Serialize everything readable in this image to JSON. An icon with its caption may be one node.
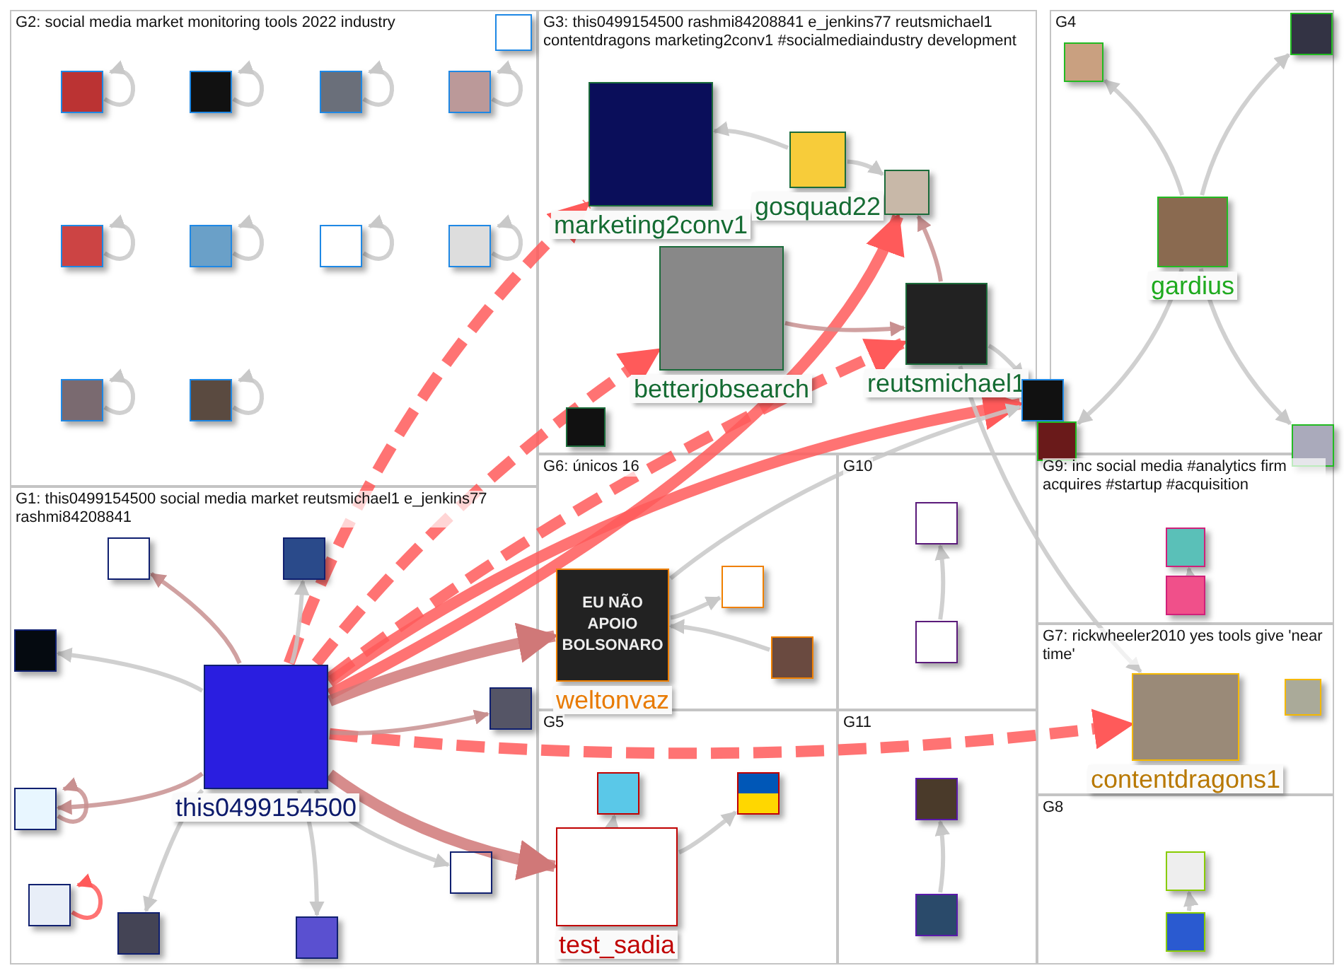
{
  "diagram": {
    "nodes": [
      {
        "text": [
          "G2: social media market monitoring tools 2022 industry"
        ]
      },
      {
        "text": [],
        "shape": "box",
        "in": 0
      },
      {
        "text": [],
        "shape": "box",
        "in": 0
      },
      {
        "text": [],
        "shape": "box",
        "in": 0
      },
      {
        "text": [],
        "shape": "box",
        "in": 0
      },
      {
        "text": [],
        "shape": "box",
        "in": 0
      },
      {
        "text": [],
        "shape": "box",
        "in": 0
      },
      {
        "text": [],
        "shape": "box",
        "in": 0
      },
      {
        "text": [],
        "shape": "box",
        "in": 0
      },
      {
        "text": [],
        "shape": "box",
        "in": 0
      },
      {
        "text": [],
        "shape": "box",
        "in": 0
      },
      {
        "text": [
          "G3: this0499154500 rashmi84208841 e_jenkins77 reutsmichael1 contentdragons marketing2conv1 #socialmediaindustry development"
        ]
      },
      {
        "text": [
          "marketing2conv1"
        ],
        "in": 11
      },
      {
        "text": [
          "gosquad22"
        ],
        "in": 11
      },
      {
        "text": [],
        "shape": "box",
        "in": 11
      },
      {
        "text": [
          "betterjobsearch"
        ],
        "in": 11
      },
      {
        "text": [
          "reutsmichael1"
        ],
        "in": 11
      },
      {
        "text": [],
        "shape": "box",
        "in": 11
      },
      {
        "text": [],
        "shape": "box",
        "in": 0
      },
      {
        "text": [
          "G4"
        ]
      },
      {
        "text": [],
        "shape": "box",
        "in": 19
      },
      {
        "text": [],
        "shape": "box",
        "in": 19
      },
      {
        "text": [
          "gardius"
        ],
        "in": 19
      },
      {
        "text": [],
        "shape": "box"
      },
      {
        "text": [],
        "shape": "box"
      },
      {
        "text": [],
        "shape": "box"
      },
      {
        "text": [
          "G1: this0499154500 social media market reutsmichael1 e_jenkins77 rashmi84208841"
        ]
      },
      {
        "text": [
          "this0499154500"
        ],
        "in": 26
      },
      {
        "text": [],
        "shape": "box",
        "in": 26
      },
      {
        "text": [],
        "shape": "box",
        "in": 26
      },
      {
        "text": [],
        "shape": "box",
        "in": 26
      },
      {
        "text": [],
        "shape": "box",
        "in": 26
      },
      {
        "text": [],
        "shape": "box",
        "in": 26
      },
      {
        "text": [],
        "shape": "box",
        "in": 26
      },
      {
        "text": [],
        "shape": "box",
        "in": 26
      },
      {
        "text": [],
        "shape": "box",
        "in": 26
      },
      {
        "text": [],
        "shape": "box",
        "in": 26
      },
      {
        "text": [
          "G6: únicos 16"
        ]
      },
      {
        "text": [],
        "shape": "box",
        "in": 37
      },
      {
        "text": [],
        "shape": "box",
        "in": 37
      },
      {
        "text": [
          "weltonvaz"
        ],
        "in": 37
      },
      {
        "text": [
          "G10"
        ]
      },
      {
        "text": [],
        "shape": "box",
        "in": 41
      },
      {
        "text": [],
        "shape": "box",
        "in": 41
      },
      {
        "text": [
          "G5"
        ]
      },
      {
        "text": [],
        "shape": "box",
        "in": 44
      },
      {
        "text": [],
        "shape": "box",
        "in": 44
      },
      {
        "text": [
          "test_sadia"
        ],
        "in": 44
      },
      {
        "text": [
          "G11"
        ]
      },
      {
        "text": [],
        "shape": "box",
        "in": 48
      },
      {
        "text": [],
        "shape": "box",
        "in": 48
      },
      {
        "text": [
          "G9: inc social media #analytics firm acquires #startup #acquisition"
        ]
      },
      {
        "text": [],
        "shape": "box",
        "in": 51
      },
      {
        "text": [],
        "shape": "box",
        "in": 51
      },
      {
        "text": [
          "G7: rickwheeler2010 yes tools give 'near time'"
        ]
      },
      {
        "text": [
          "contentdragons1"
        ],
        "in": 54
      },
      {
        "text": [],
        "shape": "box",
        "in": 54
      },
      {
        "text": [
          "G8"
        ]
      },
      {
        "text": [],
        "shape": "box",
        "in": 57
      },
      {
        "text": [],
        "shape": "box",
        "in": 57
      }
    ],
    "edges": [
      {
        "from": 1,
        "to": 1,
        "arrow": "to"
      },
      {
        "from": 2,
        "to": 2,
        "arrow": "to"
      },
      {
        "from": 3,
        "to": 3,
        "arrow": "to"
      },
      {
        "from": 4,
        "to": 4,
        "arrow": "to"
      },
      {
        "from": 5,
        "to": 5,
        "arrow": "to"
      },
      {
        "from": 6,
        "to": 6,
        "arrow": "to"
      },
      {
        "from": 7,
        "to": 7,
        "arrow": "to"
      },
      {
        "from": 8,
        "to": 8,
        "arrow": "to"
      },
      {
        "from": 9,
        "to": 9,
        "arrow": "to"
      },
      {
        "from": 10,
        "to": 10,
        "arrow": "to"
      },
      {
        "from": 31,
        "to": 31,
        "arrow": "to",
        "color": "#ff5a5a"
      },
      {
        "from": 33,
        "to": 33,
        "arrow": "to",
        "color": "#c89090"
      },
      {
        "from": 27,
        "to": 12,
        "arrow": "to",
        "style": "dashed",
        "color": "#ff5a5a"
      },
      {
        "from": 27,
        "to": 15,
        "arrow": "to",
        "style": "dashed",
        "color": "#ff5a5a"
      },
      {
        "from": 27,
        "to": 16,
        "arrow": "to",
        "style": "dashed",
        "color": "#ff5a5a"
      },
      {
        "from": 27,
        "to": 14,
        "arrow": "to",
        "style": "thick",
        "color": "#ff5a5a"
      },
      {
        "from": 27,
        "to": 23,
        "arrow": "to",
        "style": "thick",
        "color": "#ff5a5a"
      },
      {
        "from": 27,
        "to": 55,
        "arrow": "to",
        "style": "dashed",
        "color": "#ff5a5a"
      },
      {
        "from": 27,
        "to": 40,
        "arrow": "to",
        "style": "thick",
        "color": "#d07878"
      },
      {
        "from": 27,
        "to": 47,
        "arrow": "to",
        "style": "thick",
        "color": "#d07878"
      },
      {
        "from": 27,
        "to": 32,
        "arrow": "to",
        "color": "#c89090"
      },
      {
        "from": 27,
        "to": 28,
        "arrow": "to"
      },
      {
        "from": 27,
        "to": 29,
        "arrow": "to",
        "color": "#c89090"
      },
      {
        "from": 27,
        "to": 30,
        "arrow": "to"
      },
      {
        "from": 27,
        "to": 35,
        "arrow": "to"
      },
      {
        "from": 27,
        "to": 36,
        "arrow": "to"
      },
      {
        "from": 27,
        "to": 34,
        "arrow": "to"
      },
      {
        "from": 27,
        "to": 33,
        "arrow": "to",
        "color": "#c89090"
      },
      {
        "from": 13,
        "to": 12,
        "arrow": "to"
      },
      {
        "from": 13,
        "to": 14,
        "arrow": "to"
      },
      {
        "from": 15,
        "to": 16,
        "arrow": "to",
        "color": "#c89090"
      },
      {
        "from": 16,
        "to": 14,
        "arrow": "to",
        "color": "#c89090"
      },
      {
        "from": 16,
        "to": 55,
        "arrow": "to"
      },
      {
        "from": 16,
        "to": 23,
        "arrow": "to"
      },
      {
        "from": 22,
        "to": 20,
        "arrow": "to"
      },
      {
        "from": 22,
        "to": 21,
        "arrow": "to"
      },
      {
        "from": 22,
        "to": 24,
        "arrow": "to"
      },
      {
        "from": 22,
        "to": 25,
        "arrow": "to"
      },
      {
        "from": 38,
        "to": 40,
        "arrow": "to"
      },
      {
        "from": 40,
        "to": 39,
        "arrow": "to"
      },
      {
        "from": 40,
        "to": 23,
        "arrow": "to"
      },
      {
        "from": 43,
        "to": 42,
        "arrow": "to"
      },
      {
        "from": 45,
        "to": 47,
        "arrow": "both"
      },
      {
        "from": 47,
        "to": 46,
        "arrow": "to"
      },
      {
        "from": 50,
        "to": 49,
        "arrow": "to"
      },
      {
        "from": 53,
        "to": 52,
        "arrow": "to"
      },
      {
        "from": 59,
        "to": 58,
        "arrow": "to"
      }
    ],
    "labels": [
      "EU NÃO APOIO BOLSONARO"
    ]
  }
}
